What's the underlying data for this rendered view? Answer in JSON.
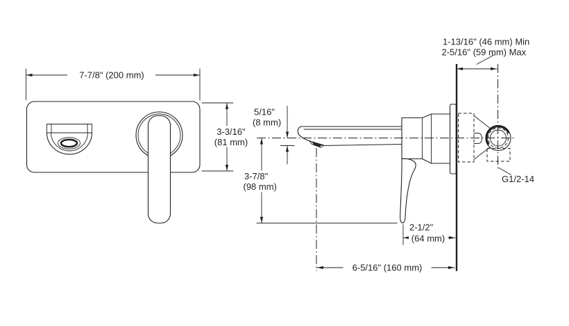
{
  "diagram": {
    "labels": {
      "plate_width": "7-7/8\" (200 mm)",
      "plate_height_in": "3-3/16\"",
      "plate_height_mm": "(81 mm)",
      "spout_offset_in": "5/16\"",
      "spout_offset_mm": "(8 mm)",
      "handle_drop_in": "3-7/8\"",
      "handle_drop_mm": "(98 mm)",
      "handle_clearance_in": "2-1/2\"",
      "handle_clearance_mm": "(64 mm)",
      "spout_reach": "6-5/16\" (160 mm)",
      "wall_depth_min": "1-13/16\" (46 mm) Min",
      "wall_depth_max": "2-5/16\" (59 mm) Max",
      "inlet_thread": "G1/2-14"
    },
    "colors": {
      "line": "#231f20",
      "background": "#ffffff"
    }
  }
}
